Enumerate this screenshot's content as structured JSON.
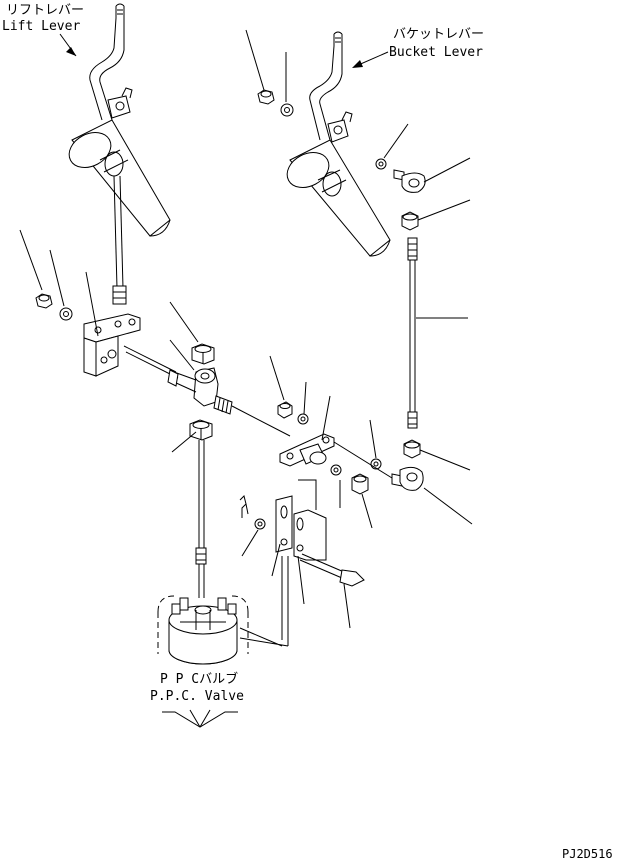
{
  "labels": {
    "lift_lever_jp": "リフトレバー",
    "lift_lever_en": "Lift Lever",
    "bucket_lever_jp": "バケットレバー",
    "bucket_lever_en": "Bucket Lever",
    "ppc_valve_jp": "P P Cバルブ",
    "ppc_valve_en": "P.P.C. Valve"
  },
  "drawing_number": "PJ2D516"
}
